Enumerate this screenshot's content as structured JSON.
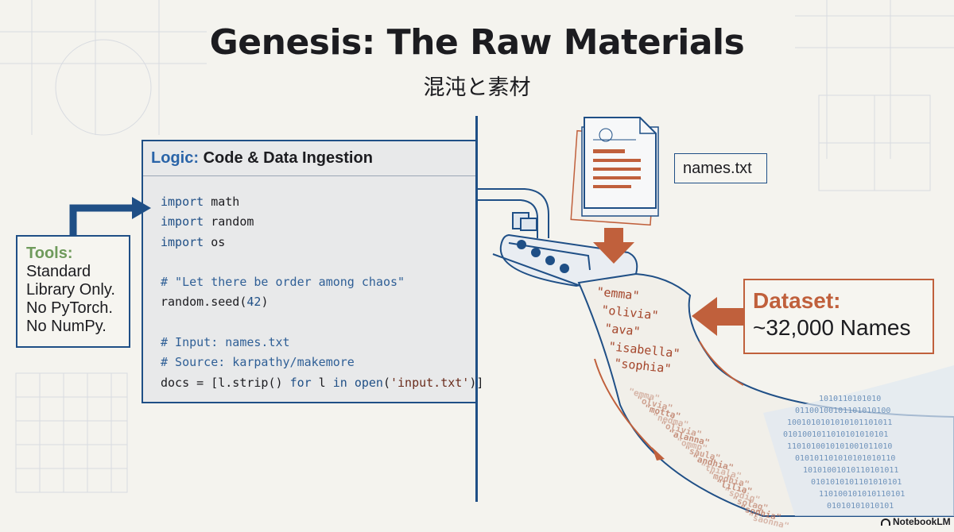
{
  "title": "Genesis: The Raw Materials",
  "subtitle": "混沌と素材",
  "code_panel": {
    "header_accent": "Logic:",
    "header_rest": "Code & Data Ingestion",
    "lines": [
      [
        {
          "t": "import",
          "c": "kw"
        },
        {
          "t": " math",
          "c": ""
        }
      ],
      [
        {
          "t": "import",
          "c": "kw"
        },
        {
          "t": " random",
          "c": ""
        }
      ],
      [
        {
          "t": "import",
          "c": "kw"
        },
        {
          "t": " os",
          "c": ""
        }
      ],
      [],
      [
        {
          "t": "# \"Let there be order among chaos\"",
          "c": "cm"
        }
      ],
      [
        {
          "t": "random.seed(",
          "c": ""
        },
        {
          "t": "42",
          "c": "num"
        },
        {
          "t": ")",
          "c": ""
        }
      ],
      [],
      [
        {
          "t": "# Input: names.txt",
          "c": "cm"
        }
      ],
      [
        {
          "t": "# Source: karpathy/makemore",
          "c": "cm"
        }
      ],
      [
        {
          "t": "docs = [l.strip() ",
          "c": ""
        },
        {
          "t": "for",
          "c": "kw"
        },
        {
          "t": " l ",
          "c": ""
        },
        {
          "t": "in",
          "c": "kw"
        },
        {
          "t": " ",
          "c": ""
        },
        {
          "t": "open",
          "c": "kw"
        },
        {
          "t": "(",
          "c": ""
        },
        {
          "t": "'input.txt'",
          "c": "str"
        },
        {
          "t": ")]",
          "c": ""
        }
      ]
    ]
  },
  "tools": {
    "title": "Tools:",
    "lines": [
      "Standard",
      "Library Only.",
      "No PyTorch.",
      "No NumPy."
    ]
  },
  "file_label": "names.txt",
  "dataset": {
    "title": "Dataset:",
    "value": "~32,000 Names"
  },
  "names_clear": [
    "\"emma\"",
    "\"olivia\"",
    "\"ava\"",
    "\"isabella\"",
    "\"sophia\""
  ],
  "names_faded": [
    "\"emma\"",
    "\"olvia\"",
    "\"motta\"",
    "\"nedma\"",
    "\"olivia\"",
    "\"alanna\"",
    "\"ommp\"",
    "\"saula\"",
    "\"andhia\"",
    "\"thiala\"",
    "\"modhia\"",
    "\"lilia\"",
    "\"sodig\"",
    "\"solag\"",
    "\"sophia\"",
    "\"saonna\""
  ],
  "watermark": "NotebookLM",
  "colors": {
    "navy": "#1f4f86",
    "rust": "#c0603c",
    "green": "#6e9a5b",
    "background": "#f4f3ee"
  }
}
